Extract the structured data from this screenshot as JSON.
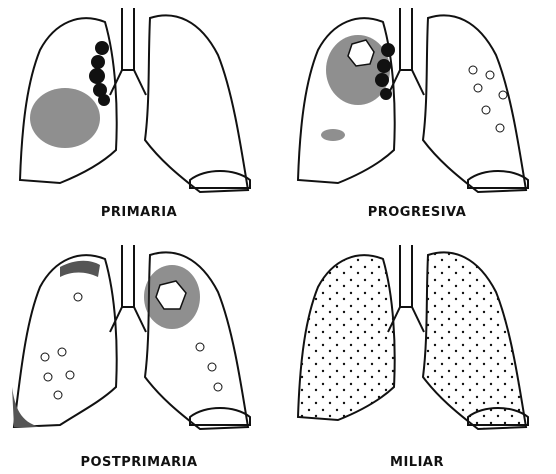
{
  "panels": [
    {
      "id": "primaria",
      "label": "PRIMARIA"
    },
    {
      "id": "progresiva",
      "label": "PROGRESIVA"
    },
    {
      "id": "postprimaria",
      "label": "POSTPRIMARIA"
    },
    {
      "id": "miliar",
      "label": "MILIAR"
    }
  ],
  "colors": {
    "ink": "#111111",
    "pleura_shade": "#555555",
    "background": "#ffffff"
  }
}
